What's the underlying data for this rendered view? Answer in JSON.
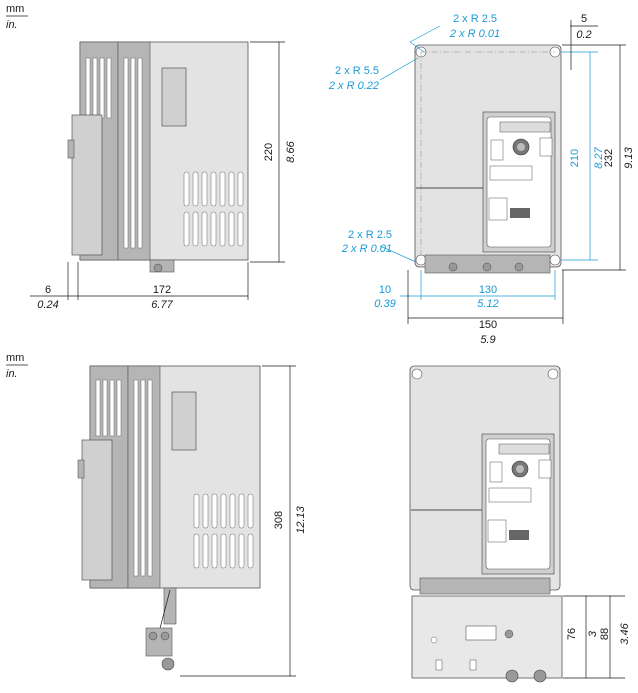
{
  "units": {
    "primary": "mm",
    "secondary": "in."
  },
  "top_left": {
    "depth": {
      "mm": "172",
      "in": "6.77"
    },
    "offset": {
      "mm": "6",
      "in": "0.24"
    },
    "height": {
      "mm": "220",
      "in": "8.66"
    }
  },
  "top_right": {
    "corner_radius_top": {
      "mm": "2 x R 2.5",
      "in": "2 x R 0.01"
    },
    "corner_radius_hole": {
      "mm": "2 x R 5.5",
      "in": "2 x R 0.22"
    },
    "corner_radius_bottom": {
      "mm": "2 x R 2.5",
      "in": "2 x R 0.01"
    },
    "top_margin": {
      "mm": "5",
      "in": "0.2"
    },
    "hole_spacing_v": {
      "mm": "210",
      "in": "8.27"
    },
    "total_height": {
      "mm": "232",
      "in": "9.13"
    },
    "side_margin": {
      "mm": "10",
      "in": "0.39"
    },
    "hole_spacing_h": {
      "mm": "130",
      "in": "5.12"
    },
    "total_width": {
      "mm": "150",
      "in": "5.9"
    }
  },
  "bottom_left": {
    "height": {
      "mm": "308",
      "in": "12.13"
    }
  },
  "bottom_right": {
    "plate_dim_a": {
      "mm": "76",
      "in": "3"
    },
    "plate_dim_b": {
      "mm": "88",
      "in": "3.46"
    }
  },
  "colors": {
    "accent": "#1a9ad6"
  }
}
